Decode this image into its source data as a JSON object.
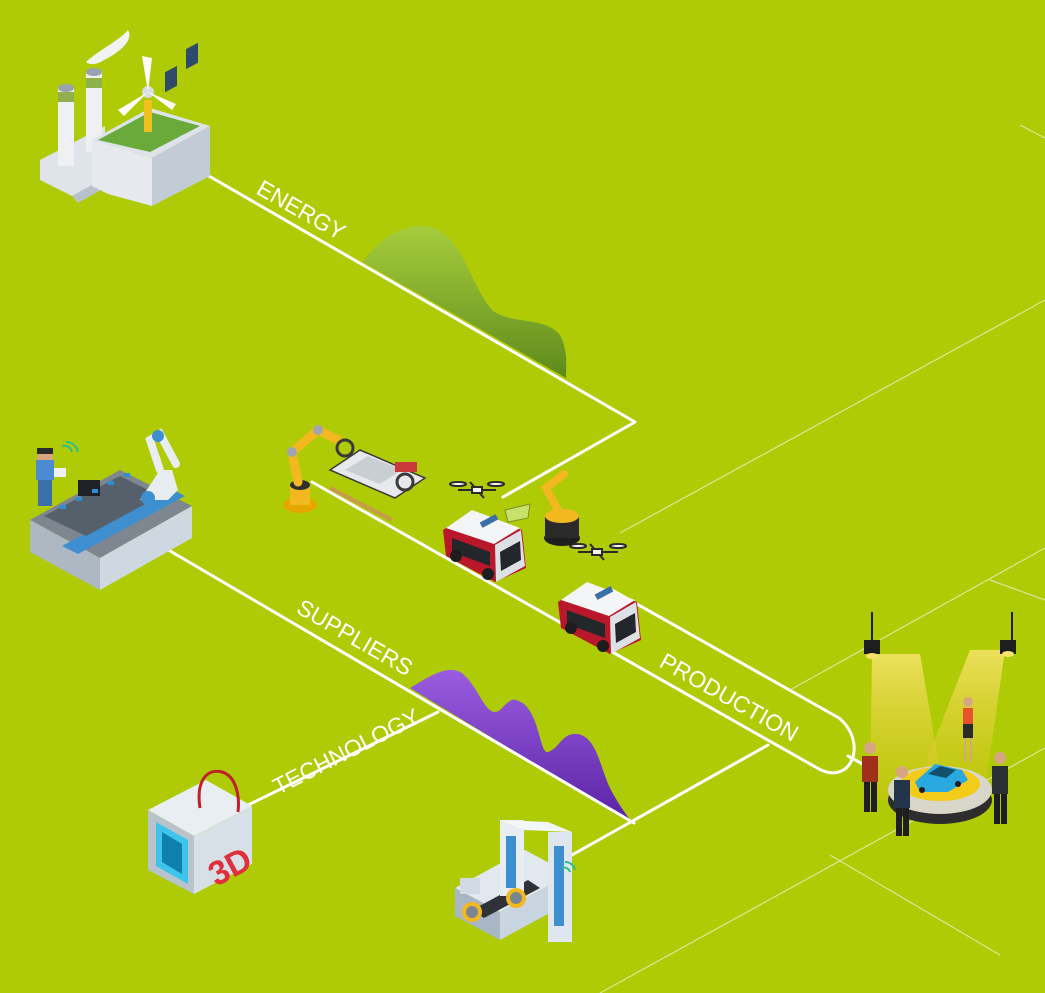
{
  "colors": {
    "background": "#afcb05",
    "path_line": "#ffffff",
    "energy_wave": "#7fa322",
    "technology_wave": "#7b3fc4"
  },
  "labels": {
    "energy": "ENERGY",
    "suppliers": "SUPPLIERS",
    "technology": "TECHNOLOGY",
    "production": "PRODUCTION"
  },
  "icons": {
    "printer_badge": "3D"
  }
}
